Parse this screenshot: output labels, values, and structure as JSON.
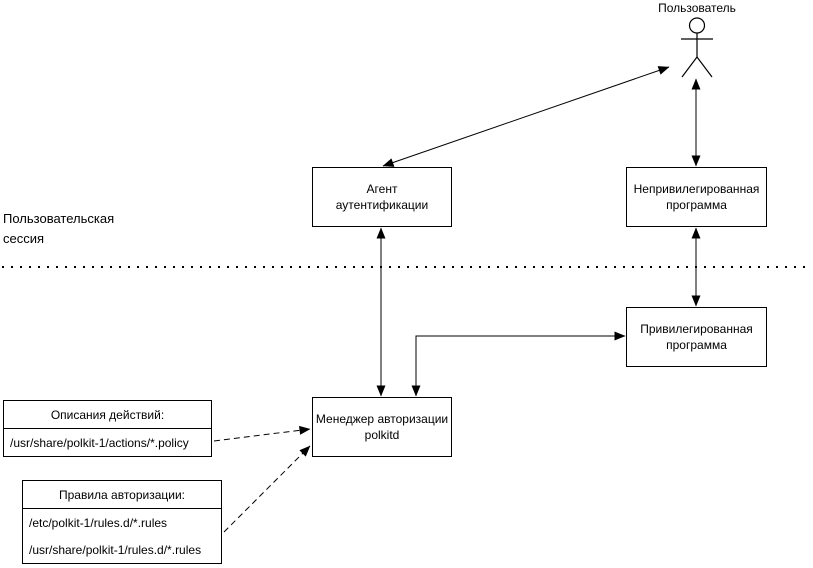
{
  "diagram": {
    "colors": {
      "background": "#ffffff",
      "line": "#000000",
      "text": "#000000"
    },
    "icons": {
      "user_actor": "user-actor-icon"
    },
    "user_label": "Пользователь",
    "session_label": "Пользовательская\nсессия",
    "boxes": {
      "auth_agent": "Агент\nаутентификации",
      "unprivileged_program": "Непривилегированная\nпрограмма",
      "privileged_program": "Привилегированная\nпрограмма",
      "polkitd": "Менеджер авторизации\npolkitd"
    },
    "action_descriptions": {
      "title": "Описания действий:",
      "path": "/usr/share/polkit-1/actions/*.policy"
    },
    "auth_rules": {
      "title": "Правила авторизации:",
      "paths": [
        "/etc/polkit-1/rules.d/*.rules",
        "/usr/share/polkit-1/rules.d/*.rules"
      ]
    }
  }
}
